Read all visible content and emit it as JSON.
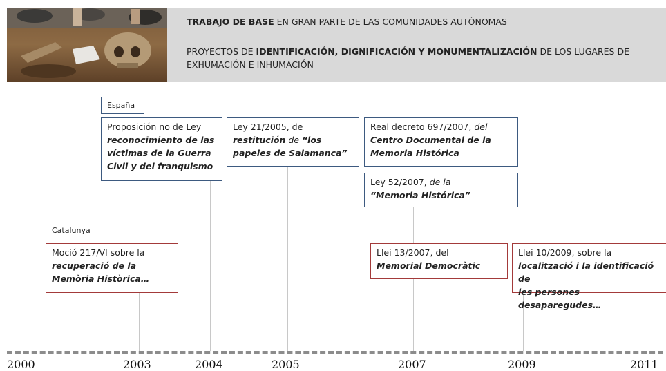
{
  "header": {
    "line1": {
      "bold": "TRABAJO DE BASE",
      "rest": " EN GRAN PARTE DE LAS COMUNIDADES AUTÓNOMAS"
    },
    "line2": {
      "pre": "PROYECTOS DE ",
      "bold": "IDENTIFICACIÓN, DIGNIFICACIÓN Y MONUMENTALIZACIÓN",
      "post": " DE LOS LUGARES DE"
    },
    "line3": "EXHUMACIÓN E INHUMACIÓN"
  },
  "labels": {
    "espana": "España",
    "catalunya": "Catalunya"
  },
  "boxes": {
    "proposicion": {
      "l1": "Proposición no de Ley",
      "l2": "reconocimiento de las",
      "l3": "víctimas de la Guerra",
      "l4": "Civil y del franquismo"
    },
    "ley21": {
      "l1": "Ley 21/2005, de",
      "l2a": "restitución",
      "l2b": " de ",
      "l2c": "“los",
      "l3": "papeles de Salamanca”"
    },
    "rd697": {
      "l1a": "Real decreto 697/2007, ",
      "l1b": "del",
      "l2": "Centro Documental de la",
      "l3": "Memoria Histórica"
    },
    "ley52": {
      "l1a": "Ley 52/2007, ",
      "l1b": "de la",
      "l2": "“Memoria Histórica”"
    },
    "mocio": {
      "l1": "Moció 217/VI  sobre la",
      "l2": "recuperació de la",
      "l3": "Memòria Històrica…"
    },
    "llei13": {
      "l1": "Llei 13/2007, del",
      "l2": "Memorial Democràtic"
    },
    "llei10": {
      "l1": "Llei 10/2009, sobre la",
      "l2": "localització i la identificació de",
      "l3": "les persones desaparegudes…"
    }
  },
  "years": [
    "2000",
    "2003",
    "2004",
    "2005",
    "2007",
    "2009",
    "2011"
  ],
  "colors": {
    "blue_border": "#3d5a80",
    "red_border": "#a33a3a",
    "header_bg": "#d9d9d9",
    "axis": "#8c8c8c"
  }
}
